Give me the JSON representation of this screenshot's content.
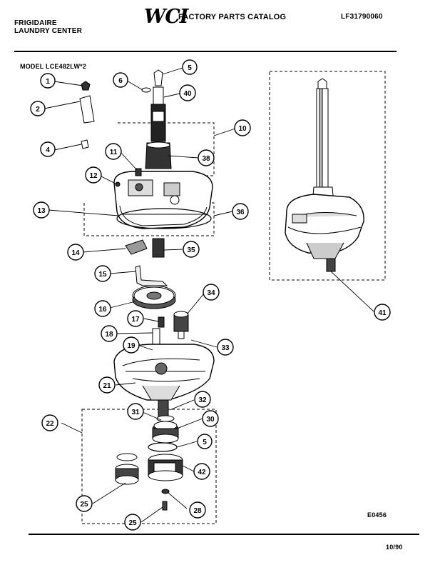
{
  "header": {
    "brand_line1": "FRIGIDAIRE",
    "brand_line2": "LAUNDRY CENTER",
    "logo": "WCI",
    "catalog_title": "FACTORY PARTS CATALOG",
    "catalog_number": "LF31790060",
    "model": "MODEL LCE482LW*2"
  },
  "footer": {
    "drawing_code": "E0456",
    "date": "10/90"
  },
  "callouts": {
    "c1": "1",
    "c2": "2",
    "c4": "4",
    "c5": "5",
    "c6": "6",
    "c10": "10",
    "c11": "11",
    "c12": "12",
    "c13": "13",
    "c14": "14",
    "c15": "15",
    "c16": "16",
    "c17": "17",
    "c18": "18",
    "c19": "19",
    "c21": "21",
    "c22": "22",
    "c25a": "25",
    "c25b": "25",
    "c28": "28",
    "c30": "30",
    "c31": "31",
    "c32": "32",
    "c33": "33",
    "c34": "34",
    "c35": "35",
    "c36": "36",
    "c38": "38",
    "c40": "40",
    "c41": "41",
    "c42": "42",
    "c5b": "5"
  }
}
